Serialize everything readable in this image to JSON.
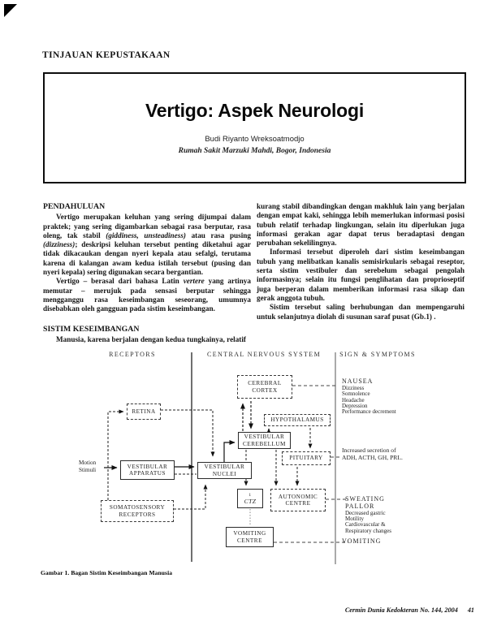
{
  "header": {
    "kicker": "TINJAUAN KEPUSTAKAAN",
    "title": "Vertigo: Aspek Neurologi",
    "author": "Budi Riyanto Wreksoatmodjo",
    "affiliation": "Rumah Sakit Marzuki Mahdi, Bogor, Indonesia"
  },
  "article": {
    "intro_heading": "PENDAHULUAN",
    "p1_runs": [
      {
        "t": "Vertigo merupakan keluhan yang sering dijumpai dalam praktek; yang sering digambarkan sebagai rasa berputar, rasa oleng, tak stabil "
      },
      {
        "t": "(giddiness, unsteadiness)",
        "i": true
      },
      {
        "t": " atau rasa pusing "
      },
      {
        "t": "(dizziness)",
        "i": true
      },
      {
        "t": "; deskripsi keluhan tersebut penting diketahui agar tidak dikacaukan dengan nyeri kepala atau sefalgi, terutama karena di kalangan awam kedua istilah tersebut (pusing dan nyeri kepala) sering digunakan secara bergantian."
      }
    ],
    "p2_runs": [
      {
        "t": "Vertigo – berasal dari bahasa Latin "
      },
      {
        "t": "vertere",
        "i": true
      },
      {
        "t": " yang artinya memutar – merujuk pada sensasi berputar sehingga mengganggu rasa keseimbangan seseorang, umumnya disebabkan oleh gangguan pada sistim keseimbangan."
      }
    ],
    "balance_heading": "SISTIM KESEIMBANGAN",
    "p3": "Manusia, karena berjalan dengan kedua tungkainya, relatif",
    "right_p1": "kurang stabil dibandingkan dengan makhluk lain yang berjalan dengan empat kaki, sehingga lebih memerlukan informasi posisi tubuh relatif terhadap lingkungan, selain itu diperlukan juga informasi gerakan agar dapat terus beradaptasi dengan perubahan sekelilingnya.",
    "right_p2": "Informasi tersebut diperoleh dari sistim keseimbangan tubuh yang melibatkan kanalis semisirkularis sebagai reseptor, serta sistim vestibuler dan serebelum sebagai pengolah informasinya; selain itu fungsi penglihatan dan proprioseptif juga berperan dalam memberikan informasi rasa sikap dan gerak anggota tubuh.",
    "right_p3_runs": [
      {
        "t": "Sistim tersebut saling berhubungan dan mempengaruhi untuk selanjutnya diolah di susunan saraf pusat "
      },
      {
        "t": "(Gb.1)",
        "b": true
      },
      {
        "t": " ."
      }
    ]
  },
  "figure": {
    "caption": "Gambar 1. Bagan Sistim Keseimbangan Manusia",
    "column_headers": [
      "RECEPTORS",
      "CENTRAL NERVOUS SYSTEM",
      "SIGN & SYMPTOMS"
    ],
    "motion_label": [
      "Motion",
      "Stimuli"
    ],
    "boxes": {
      "retina": "RETINA",
      "vestibular_apparatus": "VESTIBULAR APPARATUS",
      "somatosensory": "SOMATOSENSORY RECEPTORS",
      "cerebral_cortex": "CEREBRAL CORTEX",
      "hypothalamus": "HYPOTHALAMUS",
      "vestibular_cerebellum": "VESTIBULAR CEREBELLUM",
      "pituitary": "PITUITARY",
      "vestibular_nuclei": "VESTIBULAR NUCLEI",
      "ctz_sup": "1",
      "ctz": "CTZ",
      "autonomic_centre": "AUTONOMIC CENTRE",
      "vomiting_centre": "VOMITING CENTRE"
    },
    "signs": {
      "nausea_title": "NAUSEA",
      "nausea_items": [
        "Dizziness",
        "Somnolence",
        "Headache",
        "Depression",
        "Performance decrement"
      ],
      "secretion_lines": [
        "Increased secretion of",
        "ADH, ACTH, GH, PRL."
      ],
      "autonomic_caps": [
        "SWEATING",
        "PALLOR"
      ],
      "autonomic_items": [
        "Decreased gastric",
        "Motility",
        "Cardiovascular &",
        "Respiratory changes"
      ],
      "vomiting": "VOMITING"
    }
  },
  "footer": {
    "journal": "Cermin Dunia Kedokteran No. 144, 2004",
    "page_number": "41"
  }
}
